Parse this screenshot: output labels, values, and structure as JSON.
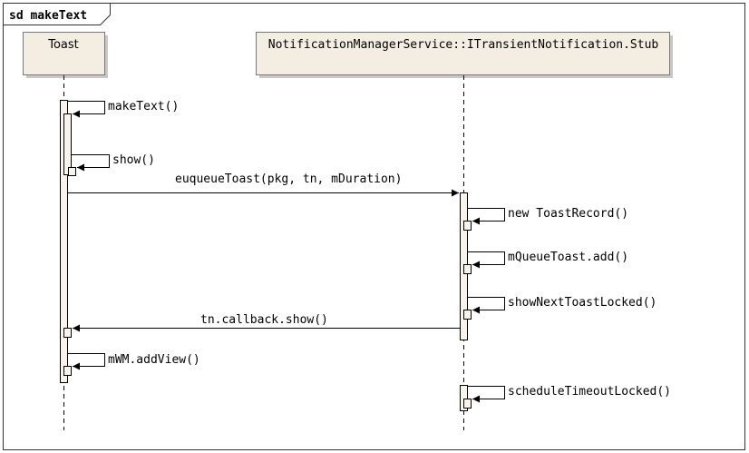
{
  "frame": {
    "title": "sd makeText"
  },
  "lifelines": [
    {
      "id": "toast",
      "name": "Toast"
    },
    {
      "id": "nms",
      "name": "NotificationManagerService::ITransientNotification.Stub"
    }
  ],
  "messages": [
    {
      "id": "makeText",
      "label": "makeText()",
      "from": "toast",
      "to": "toast"
    },
    {
      "id": "show",
      "label": "show()",
      "from": "toast",
      "to": "toast"
    },
    {
      "id": "enqueue",
      "label": "euqueueToast(pkg, tn, mDuration)",
      "from": "toast",
      "to": "nms"
    },
    {
      "id": "newRecord",
      "label": "new ToastRecord()",
      "from": "nms",
      "to": "nms"
    },
    {
      "id": "queueAdd",
      "label": "mQueueToast.add()",
      "from": "nms",
      "to": "nms"
    },
    {
      "id": "showNext",
      "label": "showNextToastLocked()",
      "from": "nms",
      "to": "nms"
    },
    {
      "id": "callbackShow",
      "label": "tn.callback.show()",
      "from": "nms",
      "to": "toast"
    },
    {
      "id": "addView",
      "label": "mWM.addView()",
      "from": "toast",
      "to": "toast"
    },
    {
      "id": "schedule",
      "label": "scheduleTimeoutLocked()",
      "from": "nms",
      "to": "nms"
    }
  ],
  "colors": {
    "lifeline_box": "#f4eee2",
    "lifeline_shadow": "#c8c8c8",
    "activation": "#f8f4ec",
    "line": "#000000",
    "frame_border": "#333333"
  }
}
